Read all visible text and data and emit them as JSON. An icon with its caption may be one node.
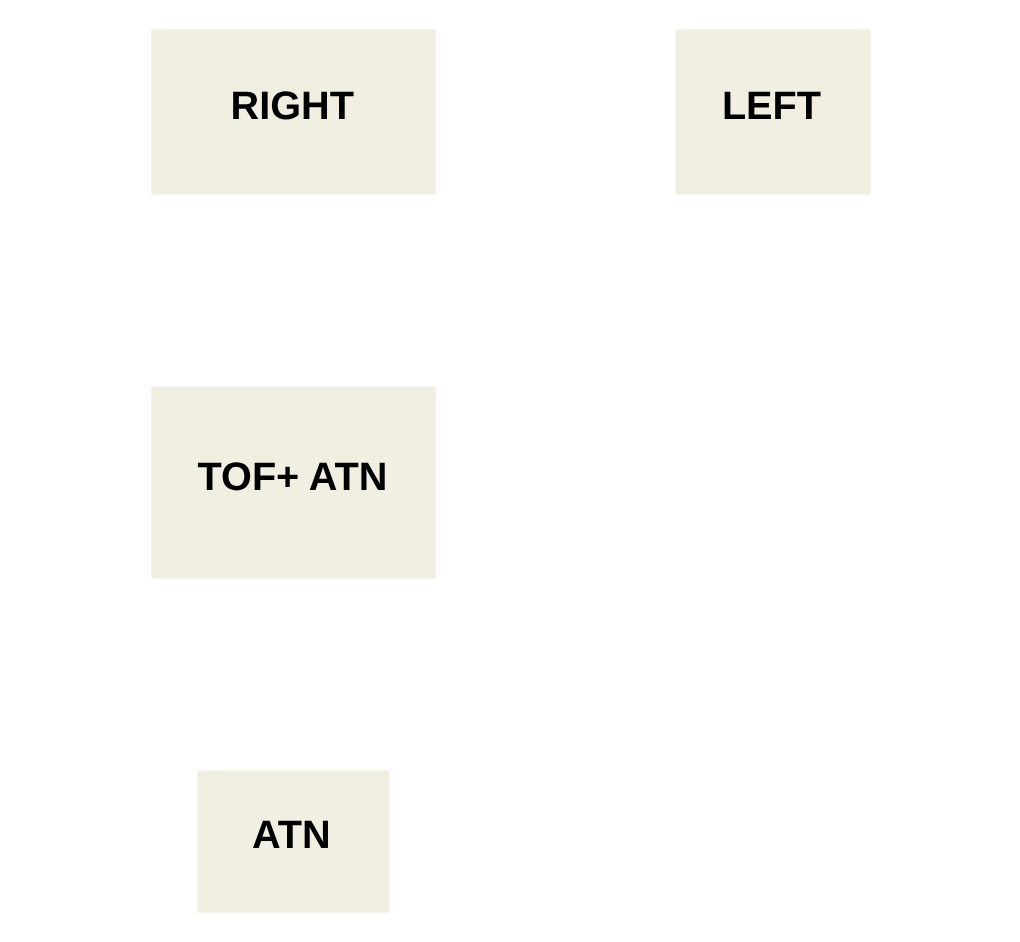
{
  "diagram": {
    "nodes": [
      {
        "text": [
          "RIGHT"
        ]
      },
      {
        "text": [
          "LEFT"
        ]
      },
      {
        "text": [
          "TOF+ ATN"
        ]
      },
      {
        "text": [
          "ATN"
        ]
      }
    ]
  }
}
